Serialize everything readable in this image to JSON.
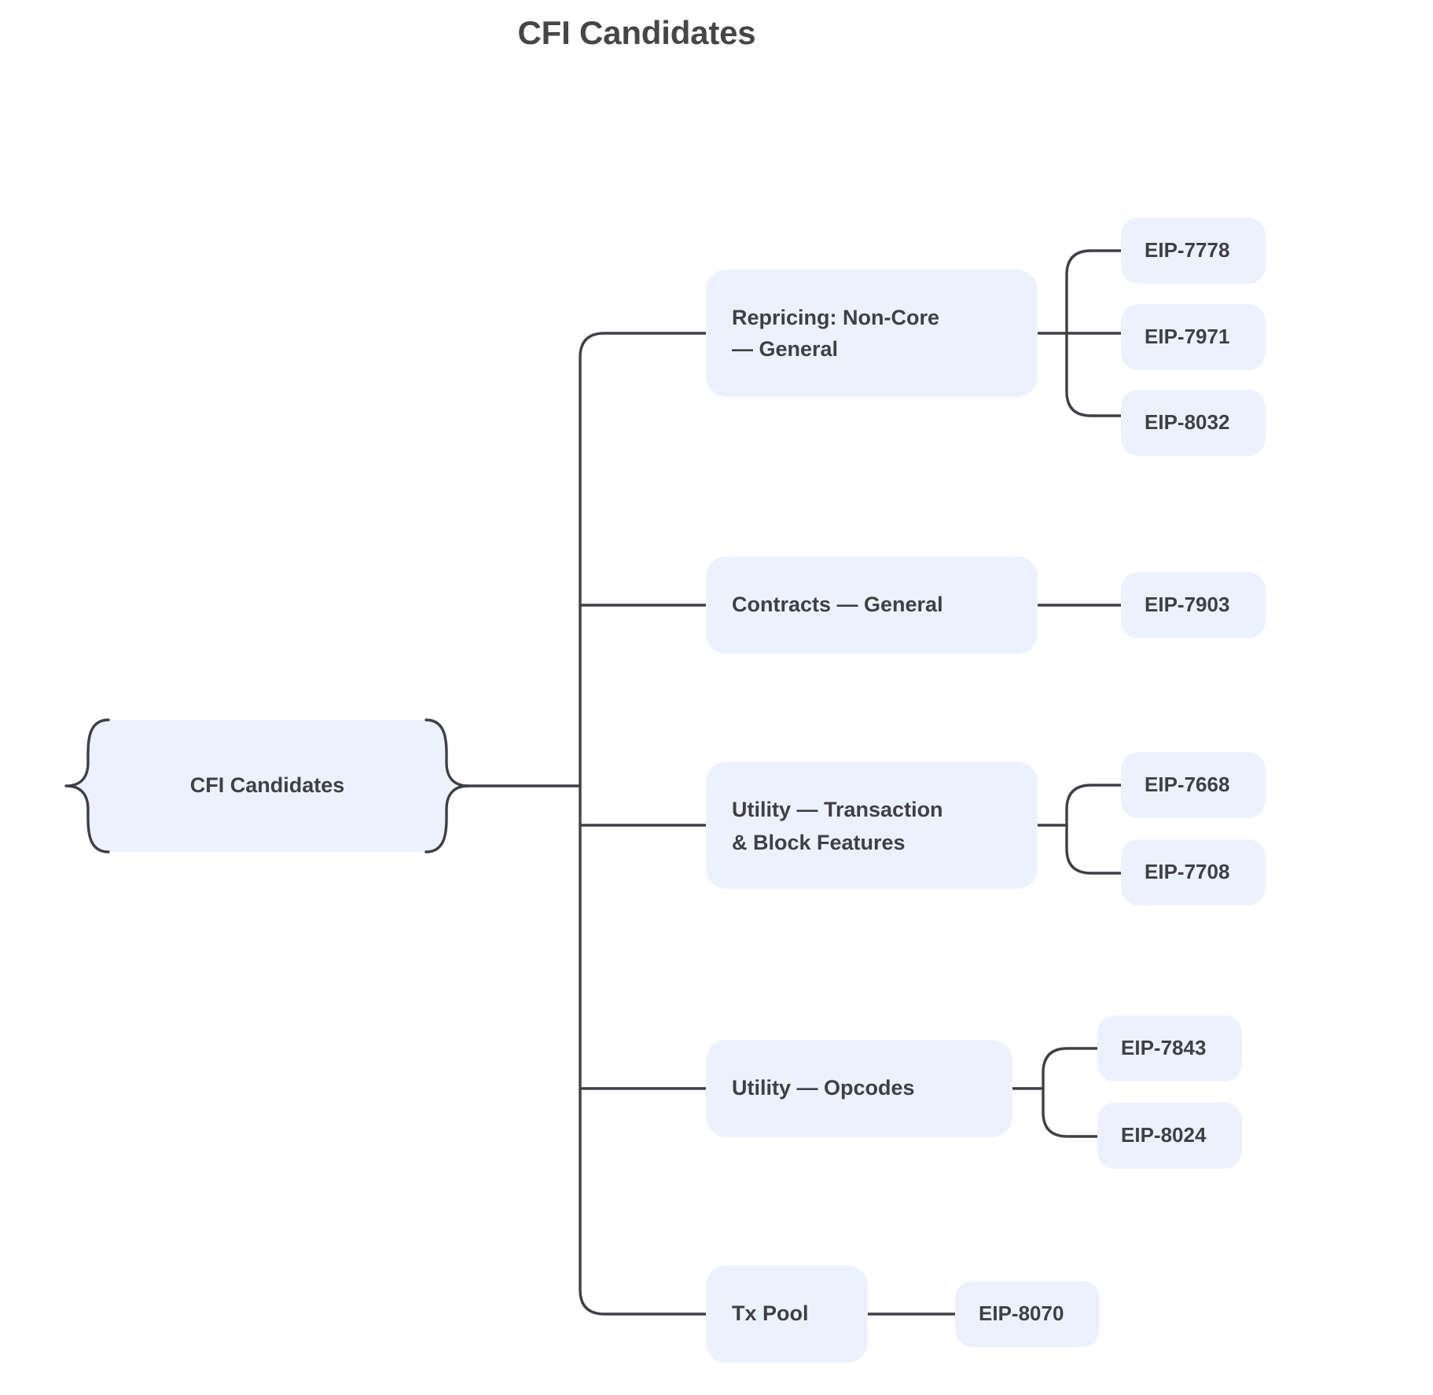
{
  "title": "CFI Candidates",
  "theme": {
    "node_fill": "#ecf2fd",
    "node_text": "#3f3f46",
    "edge_stroke": "#3f3f46",
    "title_color": "#464646",
    "background": "#ffffff"
  },
  "chart_data": {
    "type": "mindmap",
    "title": "CFI Candidates",
    "root": "CFI Candidates",
    "branches": [
      {
        "label": "Repricing: Non-Core — General",
        "children": [
          "EIP-7778",
          "EIP-7971",
          "EIP-8032"
        ]
      },
      {
        "label": "Contracts — General",
        "children": [
          "EIP-7903"
        ]
      },
      {
        "label": "Utility — Transaction & Block Features",
        "children": [
          "EIP-7668",
          "EIP-7708"
        ]
      },
      {
        "label": "Utility — Opcodes",
        "children": [
          "EIP-7843",
          "EIP-8024"
        ]
      },
      {
        "label": "Tx Pool",
        "children": [
          "EIP-8070"
        ]
      }
    ]
  },
  "mindmap": {
    "root": {
      "label": "CFI Candidates"
    },
    "branches": [
      {
        "id": "repricing-non-core-general",
        "line1": "Repricing: Non-Core",
        "line2": "— General",
        "full": "Repricing: Non-Core — General",
        "leaves": [
          {
            "id": "eip-7778",
            "label": "EIP-7778"
          },
          {
            "id": "eip-7971",
            "label": "EIP-7971"
          },
          {
            "id": "eip-8032",
            "label": "EIP-8032"
          }
        ]
      },
      {
        "id": "contracts-general",
        "line1": "Contracts — General",
        "line2": "",
        "full": "Contracts — General",
        "leaves": [
          {
            "id": "eip-7903",
            "label": "EIP-7903"
          }
        ]
      },
      {
        "id": "utility-transaction-block-features",
        "line1": "Utility — Transaction",
        "line2": "& Block Features",
        "full": "Utility — Transaction & Block Features",
        "leaves": [
          {
            "id": "eip-7668",
            "label": "EIP-7668"
          },
          {
            "id": "eip-7708",
            "label": "EIP-7708"
          }
        ]
      },
      {
        "id": "utility-opcodes",
        "line1": "Utility — Opcodes",
        "line2": "",
        "full": "Utility — Opcodes",
        "leaves": [
          {
            "id": "eip-7843",
            "label": "EIP-7843"
          },
          {
            "id": "eip-8024",
            "label": "EIP-8024"
          }
        ]
      },
      {
        "id": "tx-pool",
        "line1": "Tx Pool",
        "line2": "",
        "full": "Tx Pool",
        "leaves": [
          {
            "id": "eip-8070",
            "label": "EIP-8070"
          }
        ]
      }
    ]
  }
}
